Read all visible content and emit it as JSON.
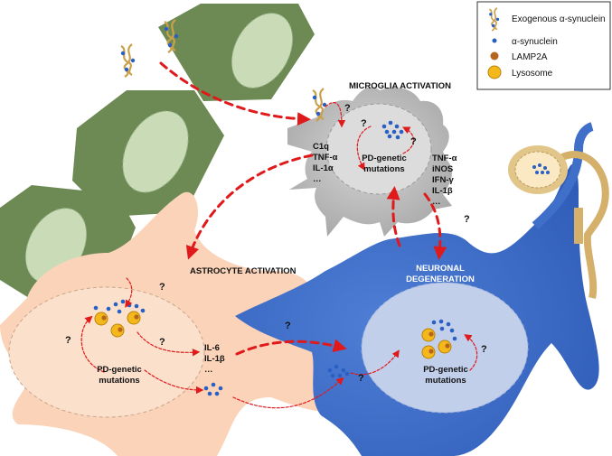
{
  "legend": {
    "items": [
      {
        "label": "Exogenous α-synuclein",
        "icon": "alpha-synuclein-fibril-icon"
      },
      {
        "label": "α-synuclein",
        "icon": "alpha-synuclein-dot-icon",
        "color": "#2a5fc4"
      },
      {
        "label": "LAMP2A",
        "icon": "lamp2a-dot-icon",
        "color": "#b5651d"
      },
      {
        "label": "Lysosome",
        "icon": "lysosome-icon",
        "color": "#f5b81c"
      }
    ]
  },
  "labels": {
    "microglia_activation": "MICROGLIA ACTIVATION",
    "astrocyte_activation": "ASTROCYTE ACTIVATION",
    "neuronal_degeneration_1": "NEURONAL",
    "neuronal_degeneration_2": "DEGENERATION",
    "pd_genetic_1": "PD-genetic",
    "pd_genetic_2": "mutations",
    "question": "?"
  },
  "cytokines_astro_left": [
    "C1q",
    "TNF-α",
    "IL-1α",
    "…"
  ],
  "cytokines_microglia_right": [
    "TNF-α",
    "iNOS",
    "IFN-γ",
    "IL-1β",
    "…"
  ],
  "cytokines_astro_out": [
    "IL-6",
    "IL-1β",
    "…"
  ],
  "colors": {
    "microglia": "#b8b8b8",
    "astrocyte": "#fbd3b9",
    "neuron": "#3f6fc8",
    "epithelium": "#6d8a55",
    "arrow": "#e0191b"
  }
}
